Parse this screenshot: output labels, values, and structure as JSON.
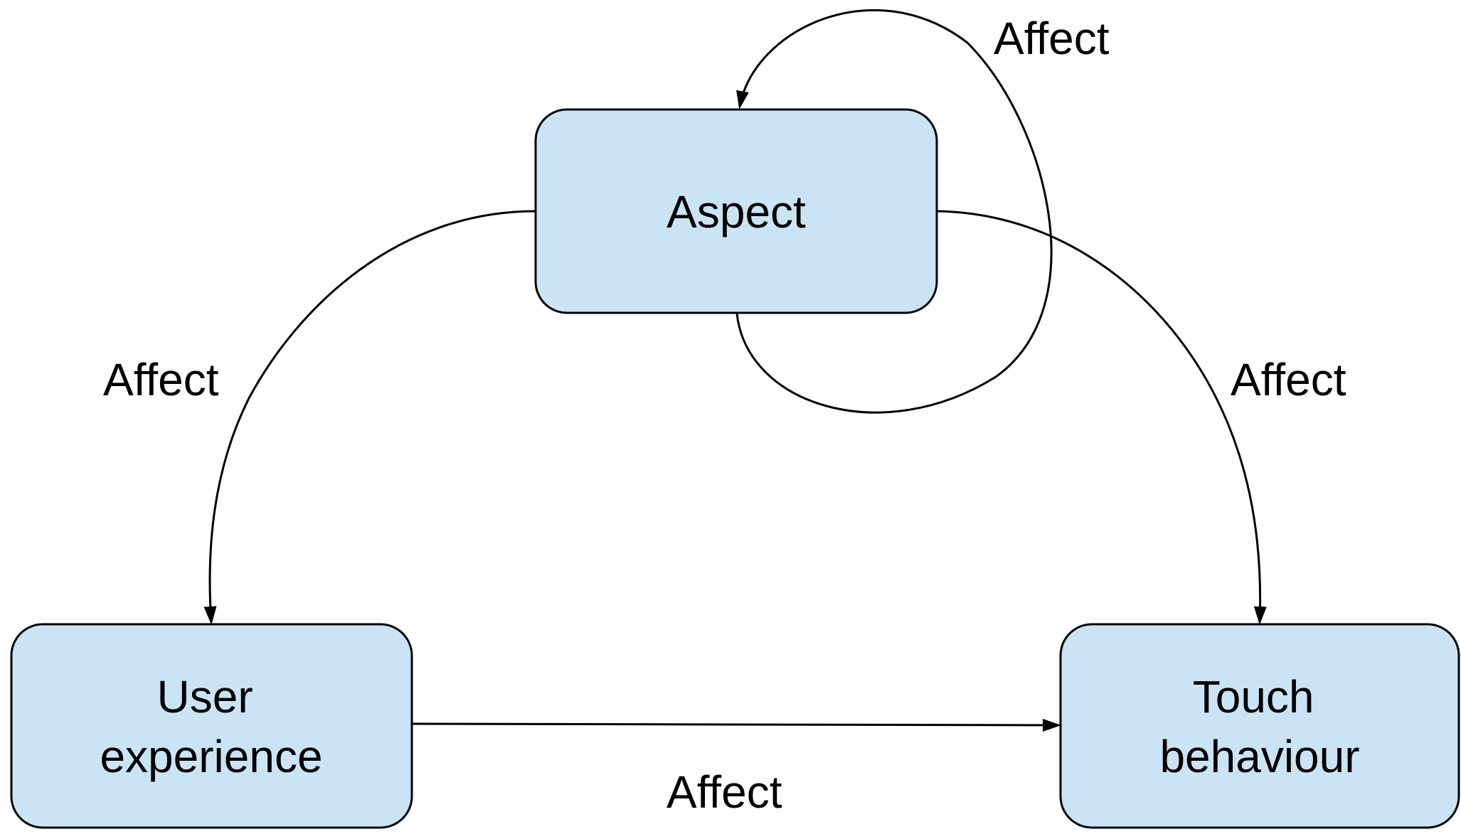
{
  "colors": {
    "node_fill": "#cbe4f5",
    "stroke": "#000000",
    "background": "#ffffff"
  },
  "nodes": {
    "aspect": {
      "lines": [
        "Aspect"
      ]
    },
    "user_experience": {
      "lines": [
        "User",
        "experience"
      ]
    },
    "touch_behaviour": {
      "lines": [
        "Touch",
        "behaviour"
      ]
    }
  },
  "edges": {
    "self_loop": {
      "label": "Affect"
    },
    "aspect_to_user": {
      "label": "Affect"
    },
    "aspect_to_touch": {
      "label": "Affect"
    },
    "user_to_touch": {
      "label": "Affect"
    }
  }
}
